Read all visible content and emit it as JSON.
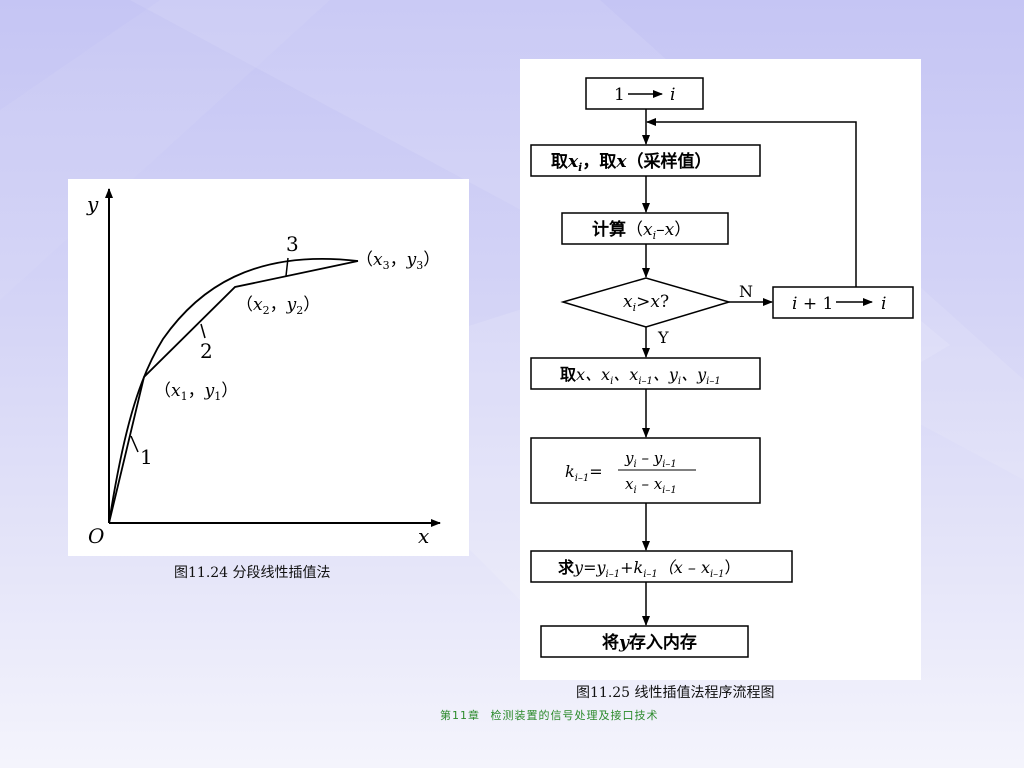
{
  "colors": {
    "footer_text": "#2b8a2b",
    "background_top": "#c5c5f4",
    "background_bottom": "#f4f4fc"
  },
  "figure_left": {
    "caption": "图11.24  分段线性插值法",
    "axis_y": "y",
    "axis_x": "x",
    "origin": "O",
    "curve_labels": [
      "1",
      "2",
      "3"
    ],
    "points": [
      {
        "open": "（",
        "x": "x",
        "sub_x": "1",
        "sep": "，",
        "y": "y",
        "sub_y": "1",
        "close": "）"
      },
      {
        "open": "（",
        "x": "x",
        "sub_x": "2",
        "sep": "，",
        "y": "y",
        "sub_y": "2",
        "close": "）"
      },
      {
        "open": "（",
        "x": "x",
        "sub_x": "3",
        "sep": "，",
        "y": "y",
        "sub_y": "3",
        "close": "）"
      }
    ]
  },
  "figure_right": {
    "caption": "图11.25  线性插值法程序流程图",
    "init": {
      "left": "1",
      "right": "i"
    },
    "step_take": {
      "a": "取",
      "b": "x",
      "c": "i",
      "d": "，取",
      "e": "x",
      "f": "（采样值）"
    },
    "step_calc": {
      "a": "计算",
      "b": "（",
      "c": "x",
      "d": "i",
      "e": "–",
      "f": "x",
      "g": "）"
    },
    "decision": {
      "a": "x",
      "b": "i",
      "c": ">",
      "d": "x",
      "e": "?"
    },
    "branch_no": "N",
    "branch_yes": "Y",
    "increment": {
      "a": "i",
      "b": " + 1",
      "c": "i"
    },
    "step_fetch": {
      "a": "取",
      "b": "x",
      "c": "、x",
      "d": "i",
      "e": "、x",
      "f": "i–1",
      "g": "、y",
      "h": "i",
      "i": "、y",
      "j": "i–1"
    },
    "step_slope": {
      "k": "k",
      "k_sub": "i–1",
      "eq": "=",
      "num_a": "y",
      "num_a_sub": "i",
      "num_op": " – y",
      "num_b_sub": "i–1",
      "den_a": "x",
      "den_a_sub": "i",
      "den_op": " – x",
      "den_b_sub": "i–1"
    },
    "step_result": {
      "a": "求",
      "b": "y",
      "c": "=y",
      "d": "i–1",
      "e": "+k",
      "f": "i–1",
      "g": "（x –  x",
      "h": "i–1",
      "i": "）"
    },
    "step_store": {
      "a": "将",
      "b": "y",
      "c": "存入内存"
    }
  },
  "footer": {
    "chapter": "第11章",
    "title": "检测装置的信号处理及接口技术"
  }
}
